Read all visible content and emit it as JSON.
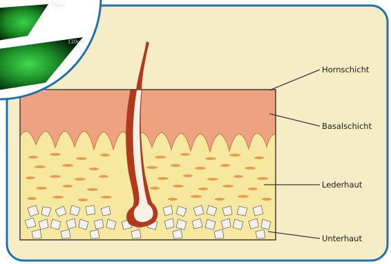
{
  "diagram": {
    "labels": {
      "hornschicht": "Hornschicht",
      "basalschicht": "Basalschicht",
      "lederhaut": "Lederhaut",
      "unterhaut": "Unterhaut"
    },
    "inset": {
      "scale_top": "70µm",
      "scale_bottom": "120µm"
    }
  },
  "colors": {
    "panel_background": "#f6edc6",
    "border_blue": "#1d6fb0",
    "epidermis": "#eea380",
    "dermis": "#f7e8a0",
    "dermis_cells": "#e99a4e",
    "hair_outline": "#b3391c",
    "fat_cells": "#f4f2ec",
    "microscopy_green": "#31c13d"
  }
}
